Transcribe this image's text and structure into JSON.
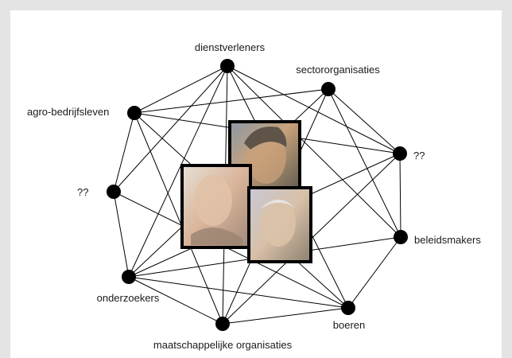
{
  "diagram": {
    "nodes": [
      {
        "id": "dienstverleners",
        "label": "dienstverleners"
      },
      {
        "id": "sectororganisaties",
        "label": "sectororganisaties"
      },
      {
        "id": "agro",
        "label": "agro-bedrijfsleven"
      },
      {
        "id": "q1",
        "label": "??"
      },
      {
        "id": "q2",
        "label": "??"
      },
      {
        "id": "beleidsmakers",
        "label": "beleidsmakers"
      },
      {
        "id": "onderzoekers",
        "label": "onderzoekers"
      },
      {
        "id": "maatschappelijk",
        "label": "maatschappelijke organisaties"
      },
      {
        "id": "boeren",
        "label": "boeren"
      }
    ],
    "edges": [
      [
        "dienstverleners",
        "agro"
      ],
      [
        "dienstverleners",
        "q2"
      ],
      [
        "dienstverleners",
        "beleidsmakers"
      ],
      [
        "dienstverleners",
        "q1"
      ],
      [
        "dienstverleners",
        "onderzoekers"
      ],
      [
        "dienstverleners",
        "maatschappelijk"
      ],
      [
        "dienstverleners",
        "boeren"
      ],
      [
        "sectororganisaties",
        "agro"
      ],
      [
        "sectororganisaties",
        "q1"
      ],
      [
        "sectororganisaties",
        "onderzoekers"
      ],
      [
        "sectororganisaties",
        "maatschappelijk"
      ],
      [
        "sectororganisaties",
        "beleidsmakers"
      ],
      [
        "agro",
        "q1"
      ],
      [
        "agro",
        "q2"
      ],
      [
        "agro",
        "boeren"
      ],
      [
        "agro",
        "maatschappelijk"
      ],
      [
        "q1",
        "beleidsmakers"
      ],
      [
        "q1",
        "onderzoekers"
      ],
      [
        "q1",
        "maatschappelijk"
      ],
      [
        "q2",
        "onderzoekers"
      ],
      [
        "q2",
        "boeren"
      ],
      [
        "onderzoekers",
        "beleidsmakers"
      ],
      [
        "onderzoekers",
        "boeren"
      ],
      [
        "onderzoekers",
        "maatschappelijk"
      ],
      [
        "maatschappelijk",
        "boeren"
      ],
      [
        "boeren",
        "beleidsmakers"
      ]
    ],
    "photos": [
      {
        "id": "portrait-top",
        "description": "portrait-man-dark-hair"
      },
      {
        "id": "portrait-left",
        "description": "portrait-man-bald"
      },
      {
        "id": "portrait-right",
        "description": "portrait-man-grey-hair"
      }
    ]
  }
}
